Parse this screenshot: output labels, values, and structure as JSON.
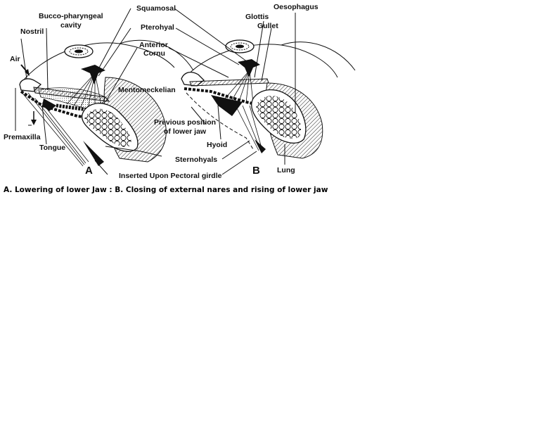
{
  "labels": {
    "squamosal": "Squamosal",
    "oesophagus": "Oesophagus",
    "glottis": "Glottis",
    "gullet": "Gullet",
    "bucco_line1": "Bucco-pharyngeal",
    "bucco_line2": "cavity",
    "nostril": "Nostril",
    "pterohyal": "Pterohyal",
    "anterior_line1": "Anterior",
    "anterior_line2": "Cornu",
    "air": "Air",
    "mentomeckelian": "Mentomeckelian",
    "previous_line1": "Previous position",
    "previous_line2": "of lower jaw",
    "premaxilla": "Premaxilla",
    "tongue": "Tongue",
    "hyoid": "Hyoid",
    "sternohyals": "Sternohyals",
    "lung": "Lung",
    "inserted": "Inserted Upon Pectoral girdle",
    "panel_a": "A",
    "panel_b": "B"
  },
  "caption": "A. Lowering of lower Jaw : B. Closing of external nares and rising of lower jaw"
}
